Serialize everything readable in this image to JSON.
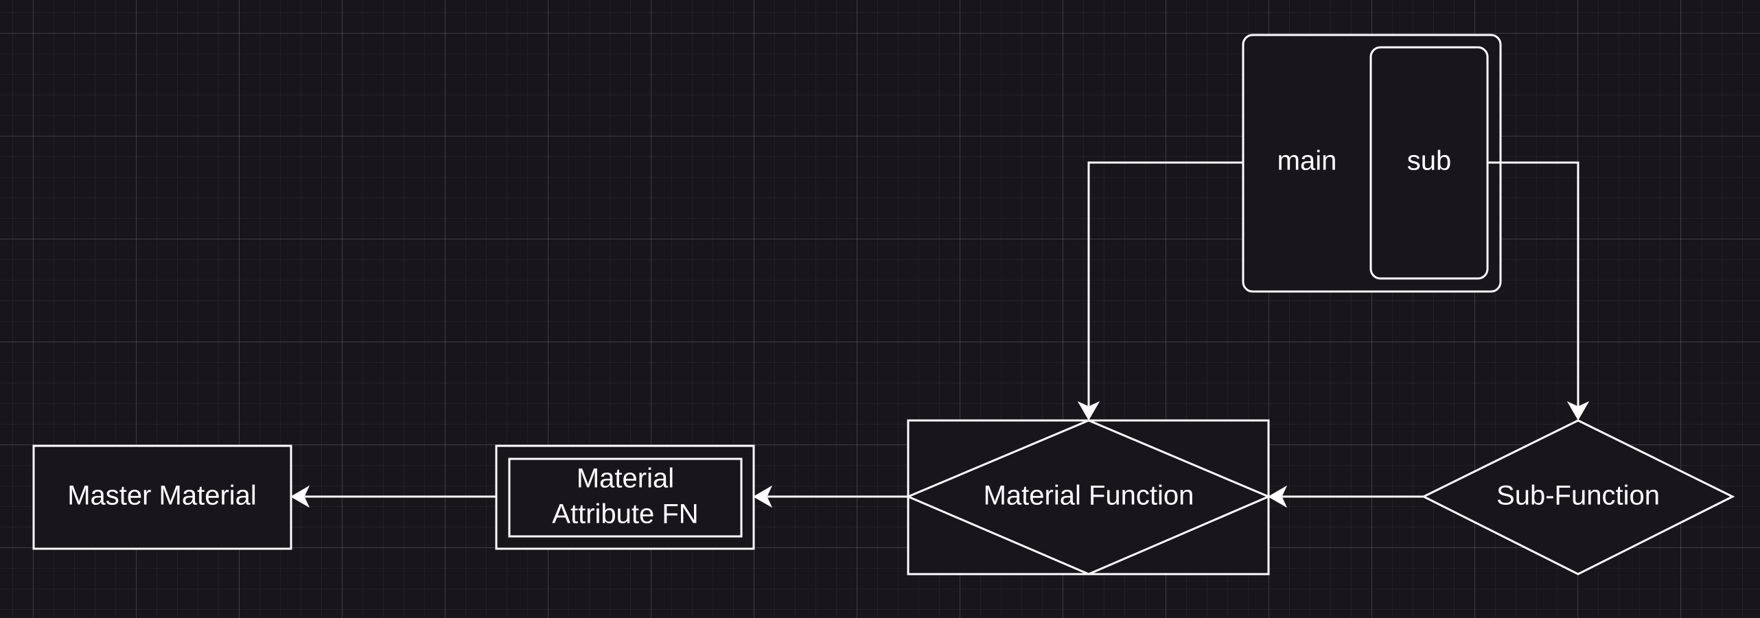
{
  "diagram": {
    "colors": {
      "background": "#18161b",
      "stroke": "#ffffff",
      "text": "#ffffff"
    },
    "nodes": {
      "master_material": {
        "label": "Master Material",
        "shape": "rectangle"
      },
      "material_attribute_fn": {
        "line1": "Material",
        "line2": "Attribute FN",
        "shape": "double-rectangle"
      },
      "material_function": {
        "label": "Material Function",
        "shape": "rectangle-with-diamond"
      },
      "sub_function": {
        "label": "Sub-Function",
        "shape": "diamond"
      },
      "container": {
        "shape": "rounded-rectangle",
        "main_label": "main",
        "sub_label": "sub"
      }
    },
    "edges": [
      {
        "from": "material_attribute_fn",
        "to": "master_material"
      },
      {
        "from": "material_function",
        "to": "material_attribute_fn"
      },
      {
        "from": "sub_function",
        "to": "material_function"
      },
      {
        "from": "container.main",
        "to": "material_function"
      },
      {
        "from": "container.sub",
        "to": "sub_function"
      }
    ]
  }
}
